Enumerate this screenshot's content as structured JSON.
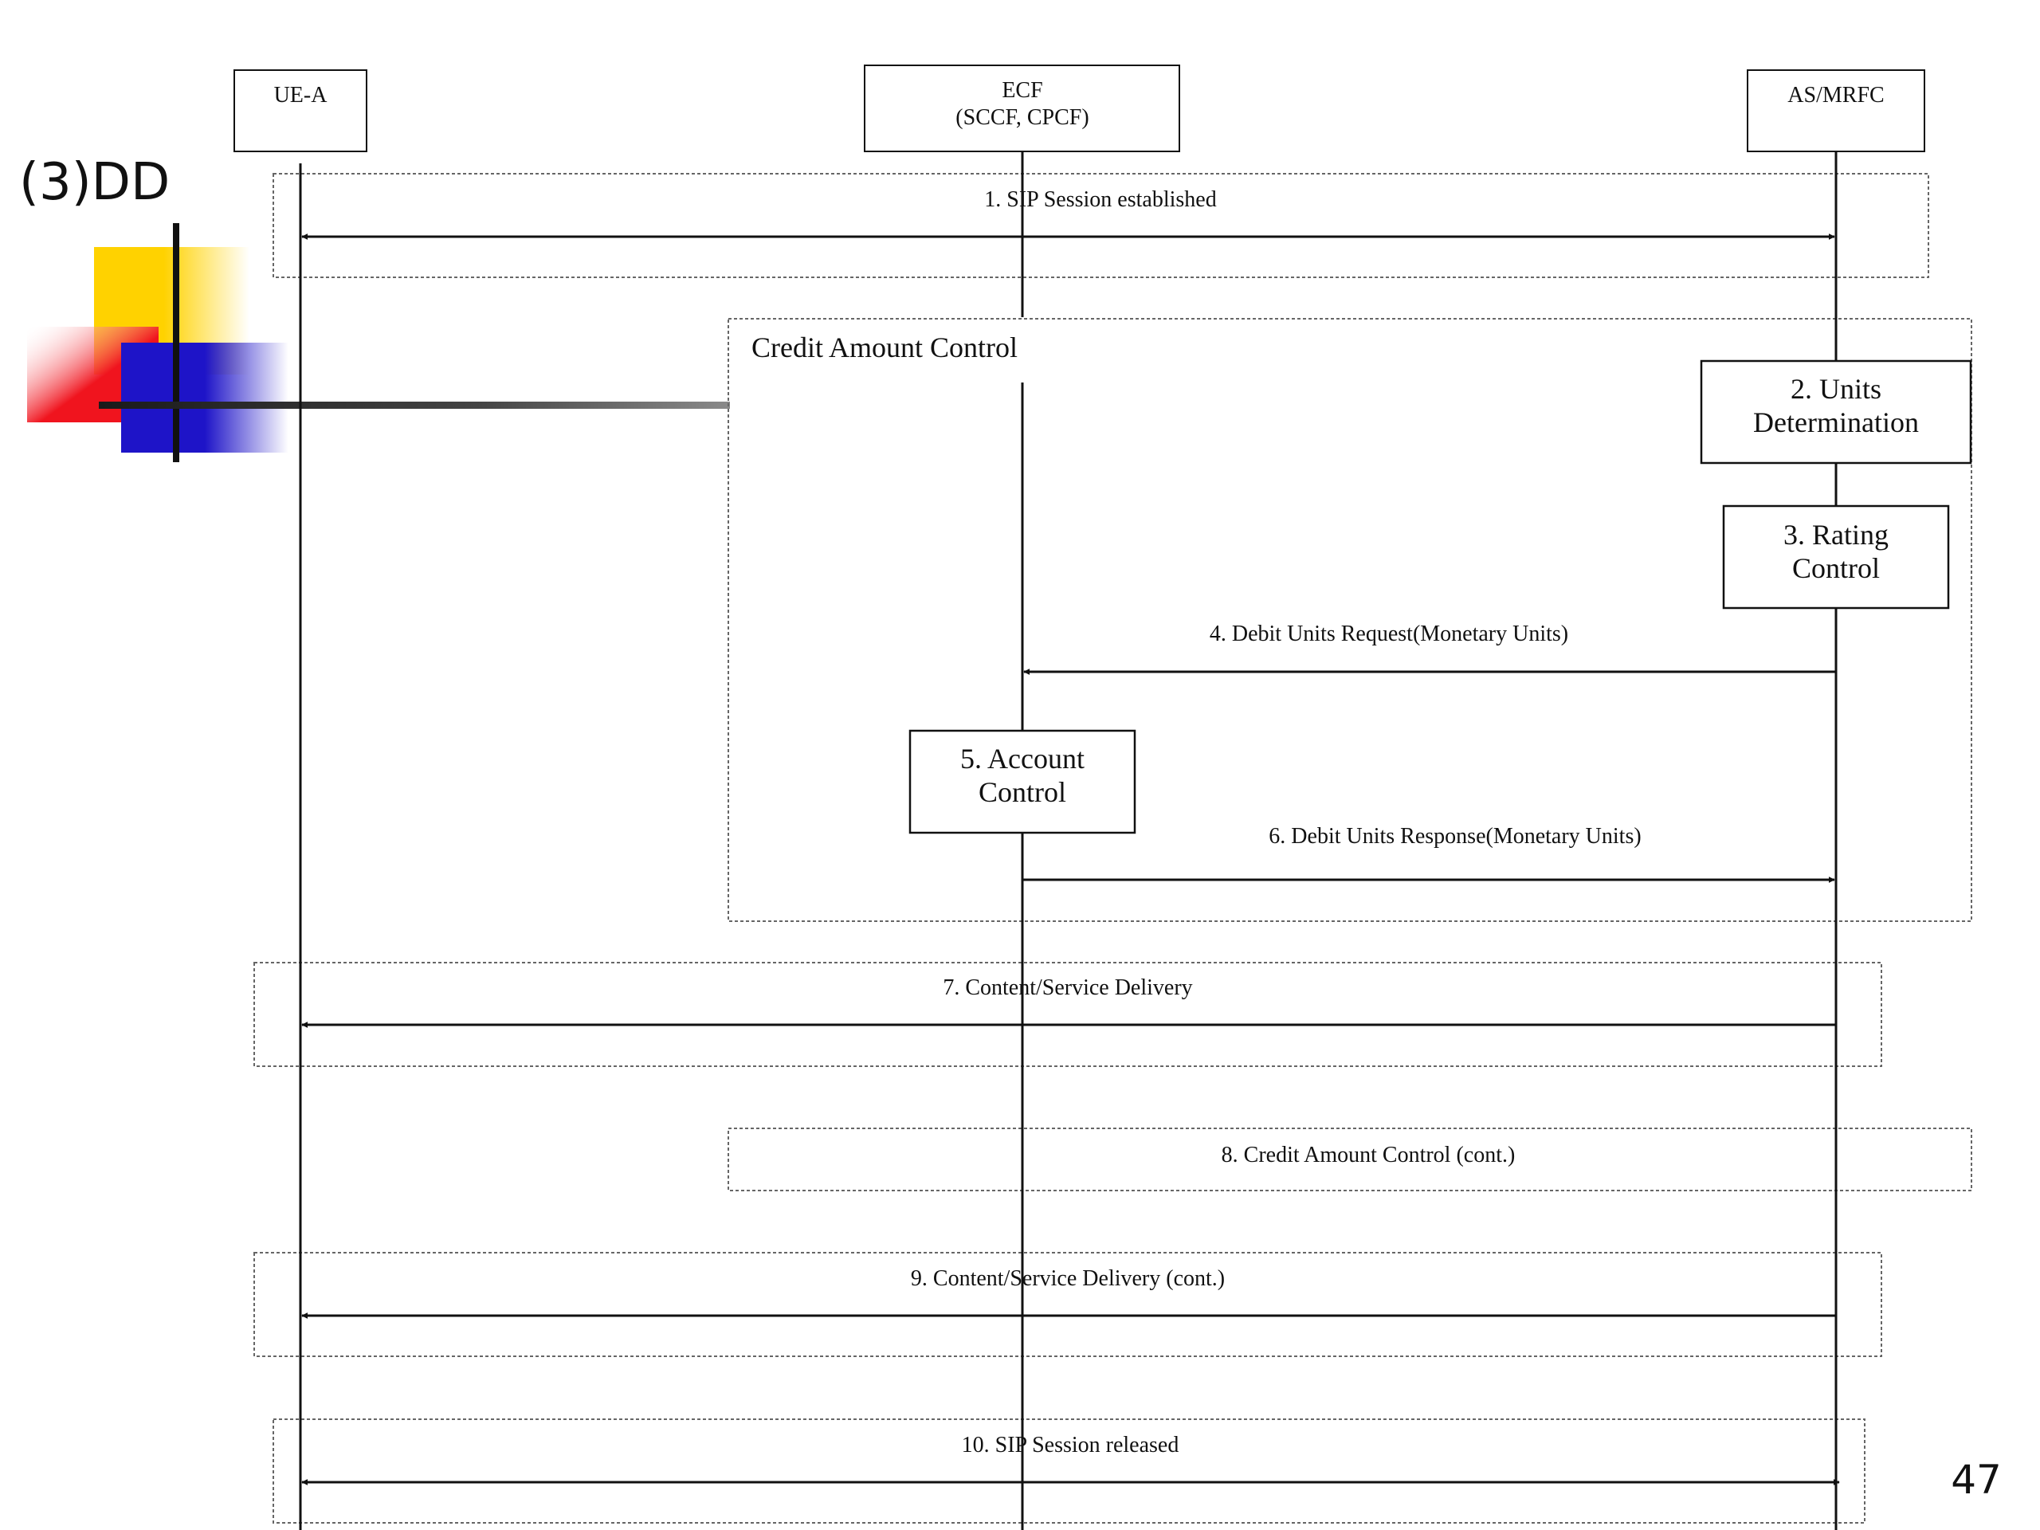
{
  "slide": {
    "heading": "(3)DD",
    "page_number": "47"
  },
  "diagram": {
    "lifelines": [
      {
        "id": "ue",
        "label_lines": [
          "UE-A"
        ]
      },
      {
        "id": "ecf",
        "label_lines": [
          "ECF",
          "(SCCF, CPCF)"
        ]
      },
      {
        "id": "as",
        "label_lines": [
          "AS/MRFC"
        ]
      }
    ],
    "credit_frame_label": "Credit Amount Control",
    "steps": {
      "s1": "1. SIP Session established",
      "s2": [
        "2. Units",
        "Determination"
      ],
      "s3": [
        "3. Rating",
        "Control"
      ],
      "s4": "4. Debit Units Request(Monetary Units)",
      "s5": [
        "5. Account",
        "Control"
      ],
      "s6": "6. Debit Units Response(Monetary Units)",
      "s7": "7. Content/Service Delivery",
      "s8": "8. Credit Amount Control (cont.)",
      "s9": "9. Content/Service Delivery (cont.)",
      "s10": "10. SIP Session released"
    }
  },
  "colors": {
    "yellow": "#FFD200",
    "red": "#F0141E",
    "blue": "#1E14C8",
    "line": "#111111"
  }
}
